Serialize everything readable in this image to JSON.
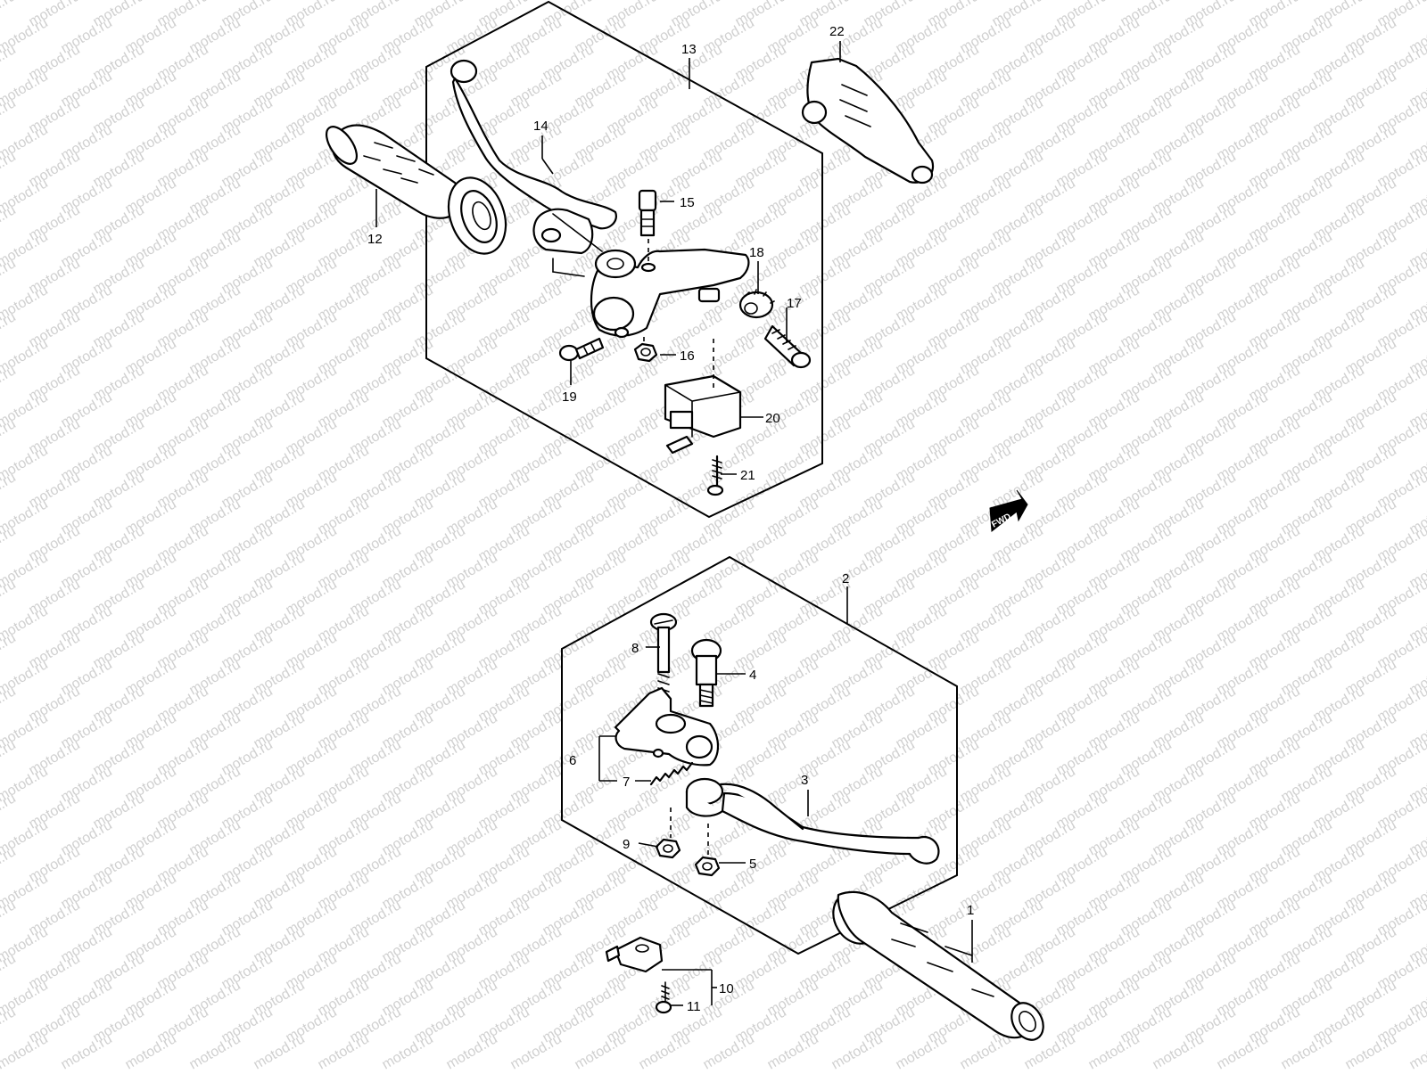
{
  "watermark": {
    "text": "motod.ru",
    "color": "#d0d0d0"
  },
  "fwd_badge": {
    "text": "FWD"
  },
  "callouts": {
    "c1": "1",
    "c2": "2",
    "c3": "3",
    "c4": "4",
    "c5": "5",
    "c6": "6",
    "c7": "7",
    "c8": "8",
    "c9": "9",
    "c10": "10",
    "c11": "11",
    "c12": "12",
    "c13": "13",
    "c14": "14",
    "c15": "15",
    "c16": "16",
    "c17": "17",
    "c18": "18",
    "c19": "19",
    "c20": "20",
    "c21": "21",
    "c22": "22"
  },
  "colors": {
    "line": "#000000",
    "background": "#ffffff",
    "watermark": "#d0d0d0"
  }
}
